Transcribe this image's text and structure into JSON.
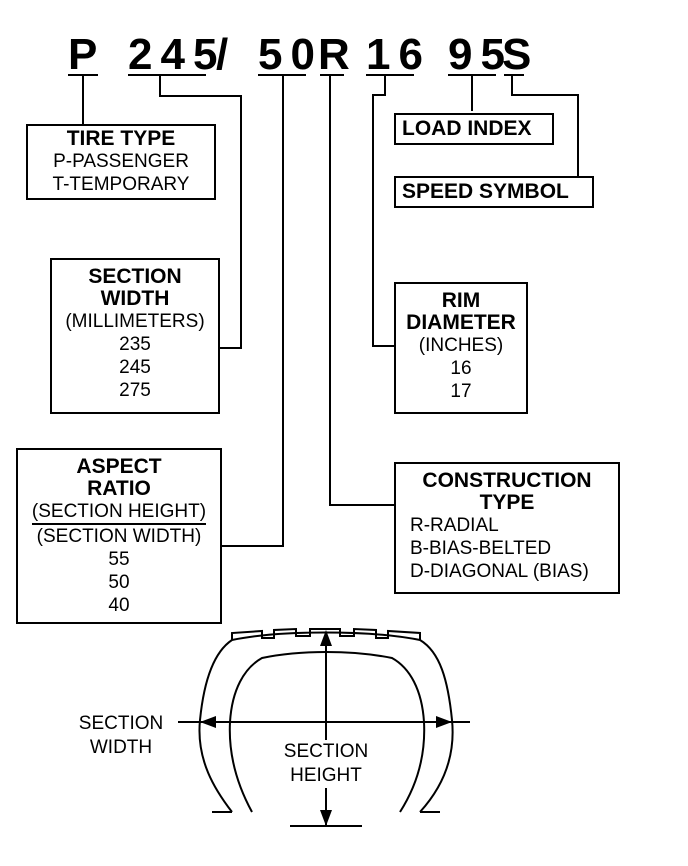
{
  "code": {
    "p": "P",
    "width": "245",
    "slash": "/",
    "aspect": "50",
    "construction": "R",
    "rim": "16",
    "load": "95",
    "speed": "S"
  },
  "tire_type": {
    "title": "TIRE TYPE",
    "lines": [
      "P-PASSENGER",
      "T-TEMPORARY"
    ]
  },
  "load_index": {
    "title": "LOAD INDEX"
  },
  "speed_symbol": {
    "title": "SPEED SYMBOL"
  },
  "section_width": {
    "title1": "SECTION",
    "title2": "WIDTH",
    "unit": "(MILLIMETERS)",
    "values": [
      "235",
      "245",
      "275"
    ]
  },
  "rim_diameter": {
    "title1": "RIM",
    "title2": "DIAMETER",
    "unit": "(INCHES)",
    "values": [
      "16",
      "17"
    ]
  },
  "aspect_ratio": {
    "title1": "ASPECT",
    "title2": "RATIO",
    "numerator": "(SECTION HEIGHT)",
    "denominator": "(SECTION WIDTH)",
    "values": [
      "55",
      "50",
      "40"
    ]
  },
  "construction_type": {
    "title1": "CONSTRUCTION",
    "title2": "TYPE",
    "lines": [
      "R-RADIAL",
      "B-BIAS-BELTED",
      "D-DIAGONAL (BIAS)"
    ]
  },
  "tire_figure": {
    "width_label1": "SECTION",
    "width_label2": "WIDTH",
    "height_label1": "SECTION",
    "height_label2": "HEIGHT"
  }
}
